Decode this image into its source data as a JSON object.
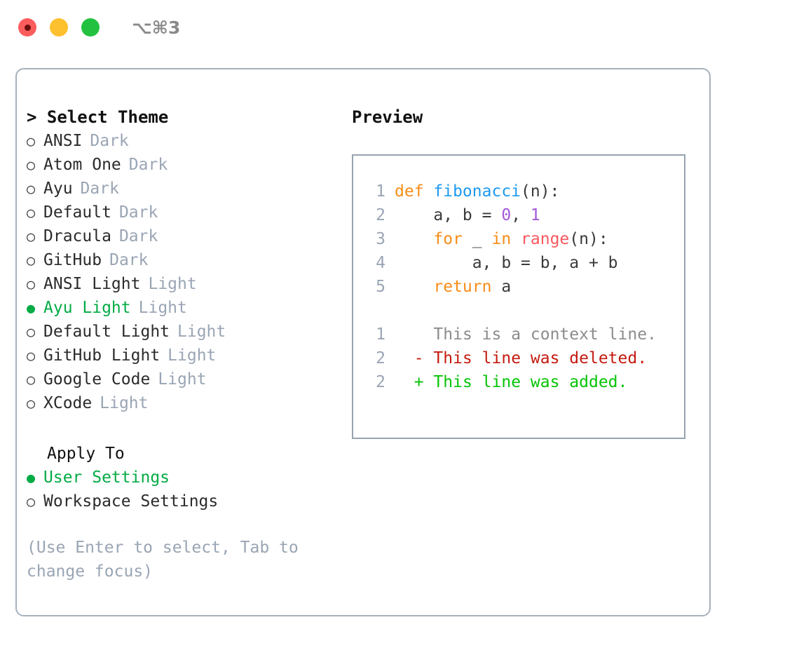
{
  "titlebar": {
    "shortcut": "⌥⌘3",
    "buttons": [
      {
        "name": "close",
        "color": "#fb5d5d"
      },
      {
        "name": "minimize",
        "color": "#fdc02f"
      },
      {
        "name": "zoom",
        "color": "#22c240"
      }
    ]
  },
  "colors": {
    "accent_green": "#04ab45",
    "muted": "#9aa5b4",
    "border": "#a6b1bd",
    "panel_border": "#97a3b0",
    "keyword": "#f78c19",
    "function": "#1e9af0",
    "number": "#a458d8",
    "call": "#f8595f",
    "diff_added": "#05c405",
    "diff_deleted": "#c41b10",
    "diff_context": "#8c8c8c"
  },
  "theme_list": {
    "heading": "> Select Theme",
    "items": [
      {
        "marker": "○",
        "name": "ANSI",
        "tag": "Dark",
        "selected": false
      },
      {
        "marker": "○",
        "name": "Atom One",
        "tag": "Dark",
        "selected": false
      },
      {
        "marker": "○",
        "name": "Ayu",
        "tag": "Dark",
        "selected": false
      },
      {
        "marker": "○",
        "name": "Default",
        "tag": "Dark",
        "selected": false
      },
      {
        "marker": "○",
        "name": "Dracula",
        "tag": "Dark",
        "selected": false
      },
      {
        "marker": "○",
        "name": "GitHub",
        "tag": "Dark",
        "selected": false
      },
      {
        "marker": "○",
        "name": "ANSI Light",
        "tag": "Light",
        "selected": false
      },
      {
        "marker": "●",
        "name": "Ayu Light",
        "tag": "Light",
        "selected": true
      },
      {
        "marker": "○",
        "name": "Default Light",
        "tag": "Light",
        "selected": false
      },
      {
        "marker": "○",
        "name": "GitHub Light",
        "tag": "Light",
        "selected": false
      },
      {
        "marker": "○",
        "name": "Google Code",
        "tag": "Light",
        "selected": false
      },
      {
        "marker": "○",
        "name": "XCode",
        "tag": "Light",
        "selected": false
      }
    ]
  },
  "apply_to": {
    "heading": "Apply To",
    "items": [
      {
        "marker": "●",
        "name": "User Settings",
        "selected": true
      },
      {
        "marker": "○",
        "name": "Workspace Settings",
        "selected": false
      }
    ]
  },
  "hint": "(Use Enter to select, Tab to change focus)",
  "preview": {
    "title": "Preview",
    "code_lines": [
      {
        "lineno": "1",
        "tokens": [
          {
            "text": "def ",
            "type": "kw"
          },
          {
            "text": "fibonacci",
            "type": "fn"
          },
          {
            "text": "(n):",
            "type": "plain"
          }
        ]
      },
      {
        "lineno": "2",
        "tokens": [
          {
            "text": "    a, b = ",
            "type": "plain"
          },
          {
            "text": "0",
            "type": "num"
          },
          {
            "text": ", ",
            "type": "plain"
          },
          {
            "text": "1",
            "type": "num"
          }
        ]
      },
      {
        "lineno": "3",
        "tokens": [
          {
            "text": "    ",
            "type": "plain"
          },
          {
            "text": "for",
            "type": "kw"
          },
          {
            "text": " _ ",
            "type": "plain"
          },
          {
            "text": "in",
            "type": "kw"
          },
          {
            "text": " ",
            "type": "plain"
          },
          {
            "text": "range",
            "type": "call"
          },
          {
            "text": "(n):",
            "type": "plain"
          }
        ]
      },
      {
        "lineno": "4",
        "tokens": [
          {
            "text": "        a, b = b, a + b",
            "type": "plain"
          }
        ]
      },
      {
        "lineno": "5",
        "tokens": [
          {
            "text": "    ",
            "type": "plain"
          },
          {
            "text": "return",
            "type": "kw"
          },
          {
            "text": " a",
            "type": "plain"
          }
        ]
      }
    ],
    "diff_lines": [
      {
        "lineno": "1",
        "sign": " ",
        "text": "This is a context line.",
        "type": "ctx"
      },
      {
        "lineno": "2",
        "sign": "-",
        "text": "This line was deleted.",
        "type": "del"
      },
      {
        "lineno": "2",
        "sign": "+",
        "text": "This line was added.",
        "type": "add"
      }
    ]
  }
}
